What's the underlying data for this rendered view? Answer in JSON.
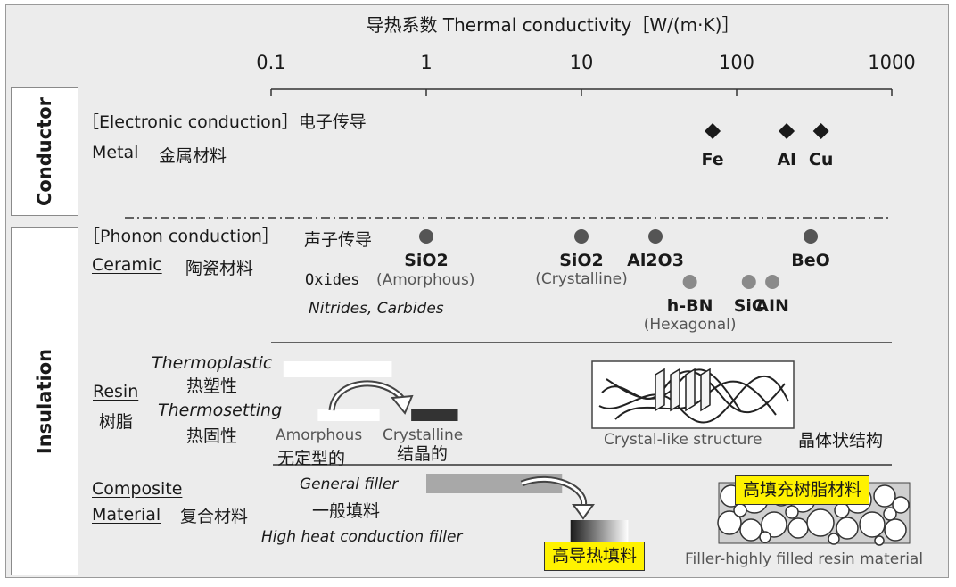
{
  "chart_data": {
    "type": "scatter",
    "title": "导热系数 Thermal conductivity［W/(m·K)］",
    "x_scale": "log",
    "xlim": [
      0.1,
      1000
    ],
    "x_ticks": [
      "0.1",
      "1",
      "10",
      "100",
      "1000"
    ],
    "grid": false,
    "series": [
      {
        "name": "Metal",
        "marker": "diamond",
        "color": "#1a1a1a",
        "points": [
          {
            "label": "Fe",
            "x": 70
          },
          {
            "label": "Al",
            "x": 210
          },
          {
            "label": "Cu",
            "x": 350
          }
        ]
      },
      {
        "name": "Oxides",
        "marker": "circle",
        "color": "#555555",
        "points": [
          {
            "label": "SiO2",
            "note": "(Amorphous)",
            "x": 1
          },
          {
            "label": "SiO2",
            "note": "(Crystalline)",
            "x": 10
          },
          {
            "label": "Al2O3",
            "x": 30
          },
          {
            "label": "BeO",
            "x": 300
          }
        ]
      },
      {
        "name": "Nitrides, Carbides",
        "marker": "circle",
        "color": "#8a8a8a",
        "points": [
          {
            "label": "h-BN",
            "note": "(Hexagonal)",
            "x": 50
          },
          {
            "label": "SiC",
            "x": 120
          },
          {
            "label": "AIN",
            "x": 170
          }
        ]
      }
    ],
    "ranges": [
      {
        "name": "Thermoplastic",
        "x": [
          0.12,
          0.6
        ],
        "fill": "#ffffff"
      },
      {
        "name": "Amorphous",
        "x": [
          0.2,
          0.5
        ],
        "fill": "#ffffff"
      },
      {
        "name": "Crystalline",
        "x": [
          0.8,
          1.6
        ],
        "fill": "#333333"
      },
      {
        "name": "General filler",
        "x": [
          1.0,
          7.5
        ],
        "fill": "#a8a8a8"
      },
      {
        "name": "High heat conduction filler",
        "x": [
          8.5,
          20
        ],
        "fill": "gradient"
      }
    ]
  },
  "labels": {
    "conductor": "Conductor",
    "insulation": "Insulation",
    "electronic": "［Electronic conduction］电子传导",
    "metal": "Metal",
    "metal_cn": "金属材料",
    "phonon": "［Phonon conduction］",
    "phonon_cn": "声子传导",
    "ceramic": "Ceramic",
    "ceramic_cn": "陶瓷材料",
    "oxides": "Oxides",
    "amorphous_paren": "(Amorphous)",
    "nitrides": "Nitrides, Carbides",
    "resin": "Resin",
    "resin_cn": "树脂",
    "thermoplastic": "Thermoplastic",
    "thermoplastic_cn": "热塑性",
    "thermosetting": "Thermosetting",
    "thermosetting_cn": "热固性",
    "amorphous": "Amorphous",
    "amorphous_cn": "无定型的",
    "crystalline": "Crystalline",
    "crystalline_cn": "结晶的",
    "crystal_struct": "Crystal-like structure",
    "crystal_struct_cn": "晶体状结构",
    "composite": "Composite",
    "material": "Material",
    "composite_cn": "复合材料",
    "general_filler": "General filler",
    "general_filler_cn": "一般填料",
    "high_filler": "High heat conduction filler",
    "high_filler_cn": "高导热填料",
    "high_fill_resin_cn": "高填充树脂材料",
    "filler_resin": "Filler-highly filled resin material"
  }
}
